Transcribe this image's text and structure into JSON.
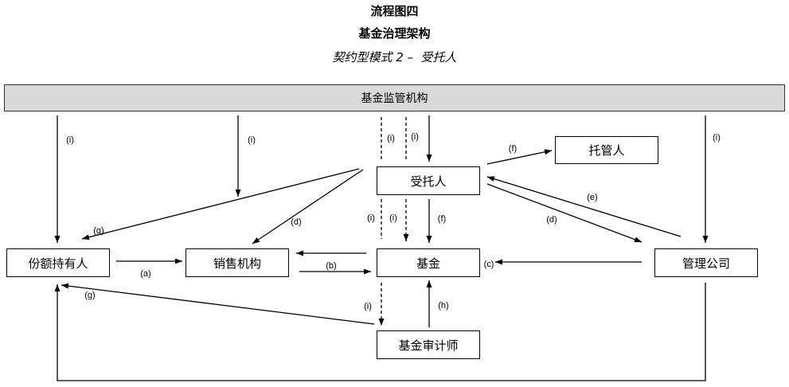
{
  "title": {
    "line1": "流程图四",
    "line2": "基金治理架构",
    "line3": "契约型模式 2 –  受托人"
  },
  "nodes": {
    "regulator": "基金监管机构",
    "custodian": "托管人",
    "trustee": "受托人",
    "unitholders": "份额持有人",
    "distributor": "销售机构",
    "fund": "基金",
    "manager": "管理公司",
    "auditor": "基金审计师"
  },
  "edge_labels": {
    "regulator_unitholders": "(i)",
    "regulator_distributor": "(i)",
    "regulator_trustee_dashed": "(i)",
    "regulator_trustee": "(i)",
    "regulator_manager": "(i)",
    "trustee_custodian": "(f)",
    "trustee_unitholders": "(g)",
    "trustee_distributor": "(d)",
    "trustee_fund_dashed_left": "(i)",
    "trustee_fund_dashed_right": "(i)",
    "trustee_fund": "(f)",
    "trustee_manager": "(d)",
    "manager_trustee": "(e)",
    "unitholders_distributor": "(a)",
    "distributor_fund": "(b)",
    "manager_fund": "(c)",
    "auditor_unitholders": "(g)",
    "fund_auditor": "(i)",
    "auditor_fund": "(h)"
  },
  "colors": {
    "banner_fill": "#d9d9d9",
    "line": "#000000"
  }
}
